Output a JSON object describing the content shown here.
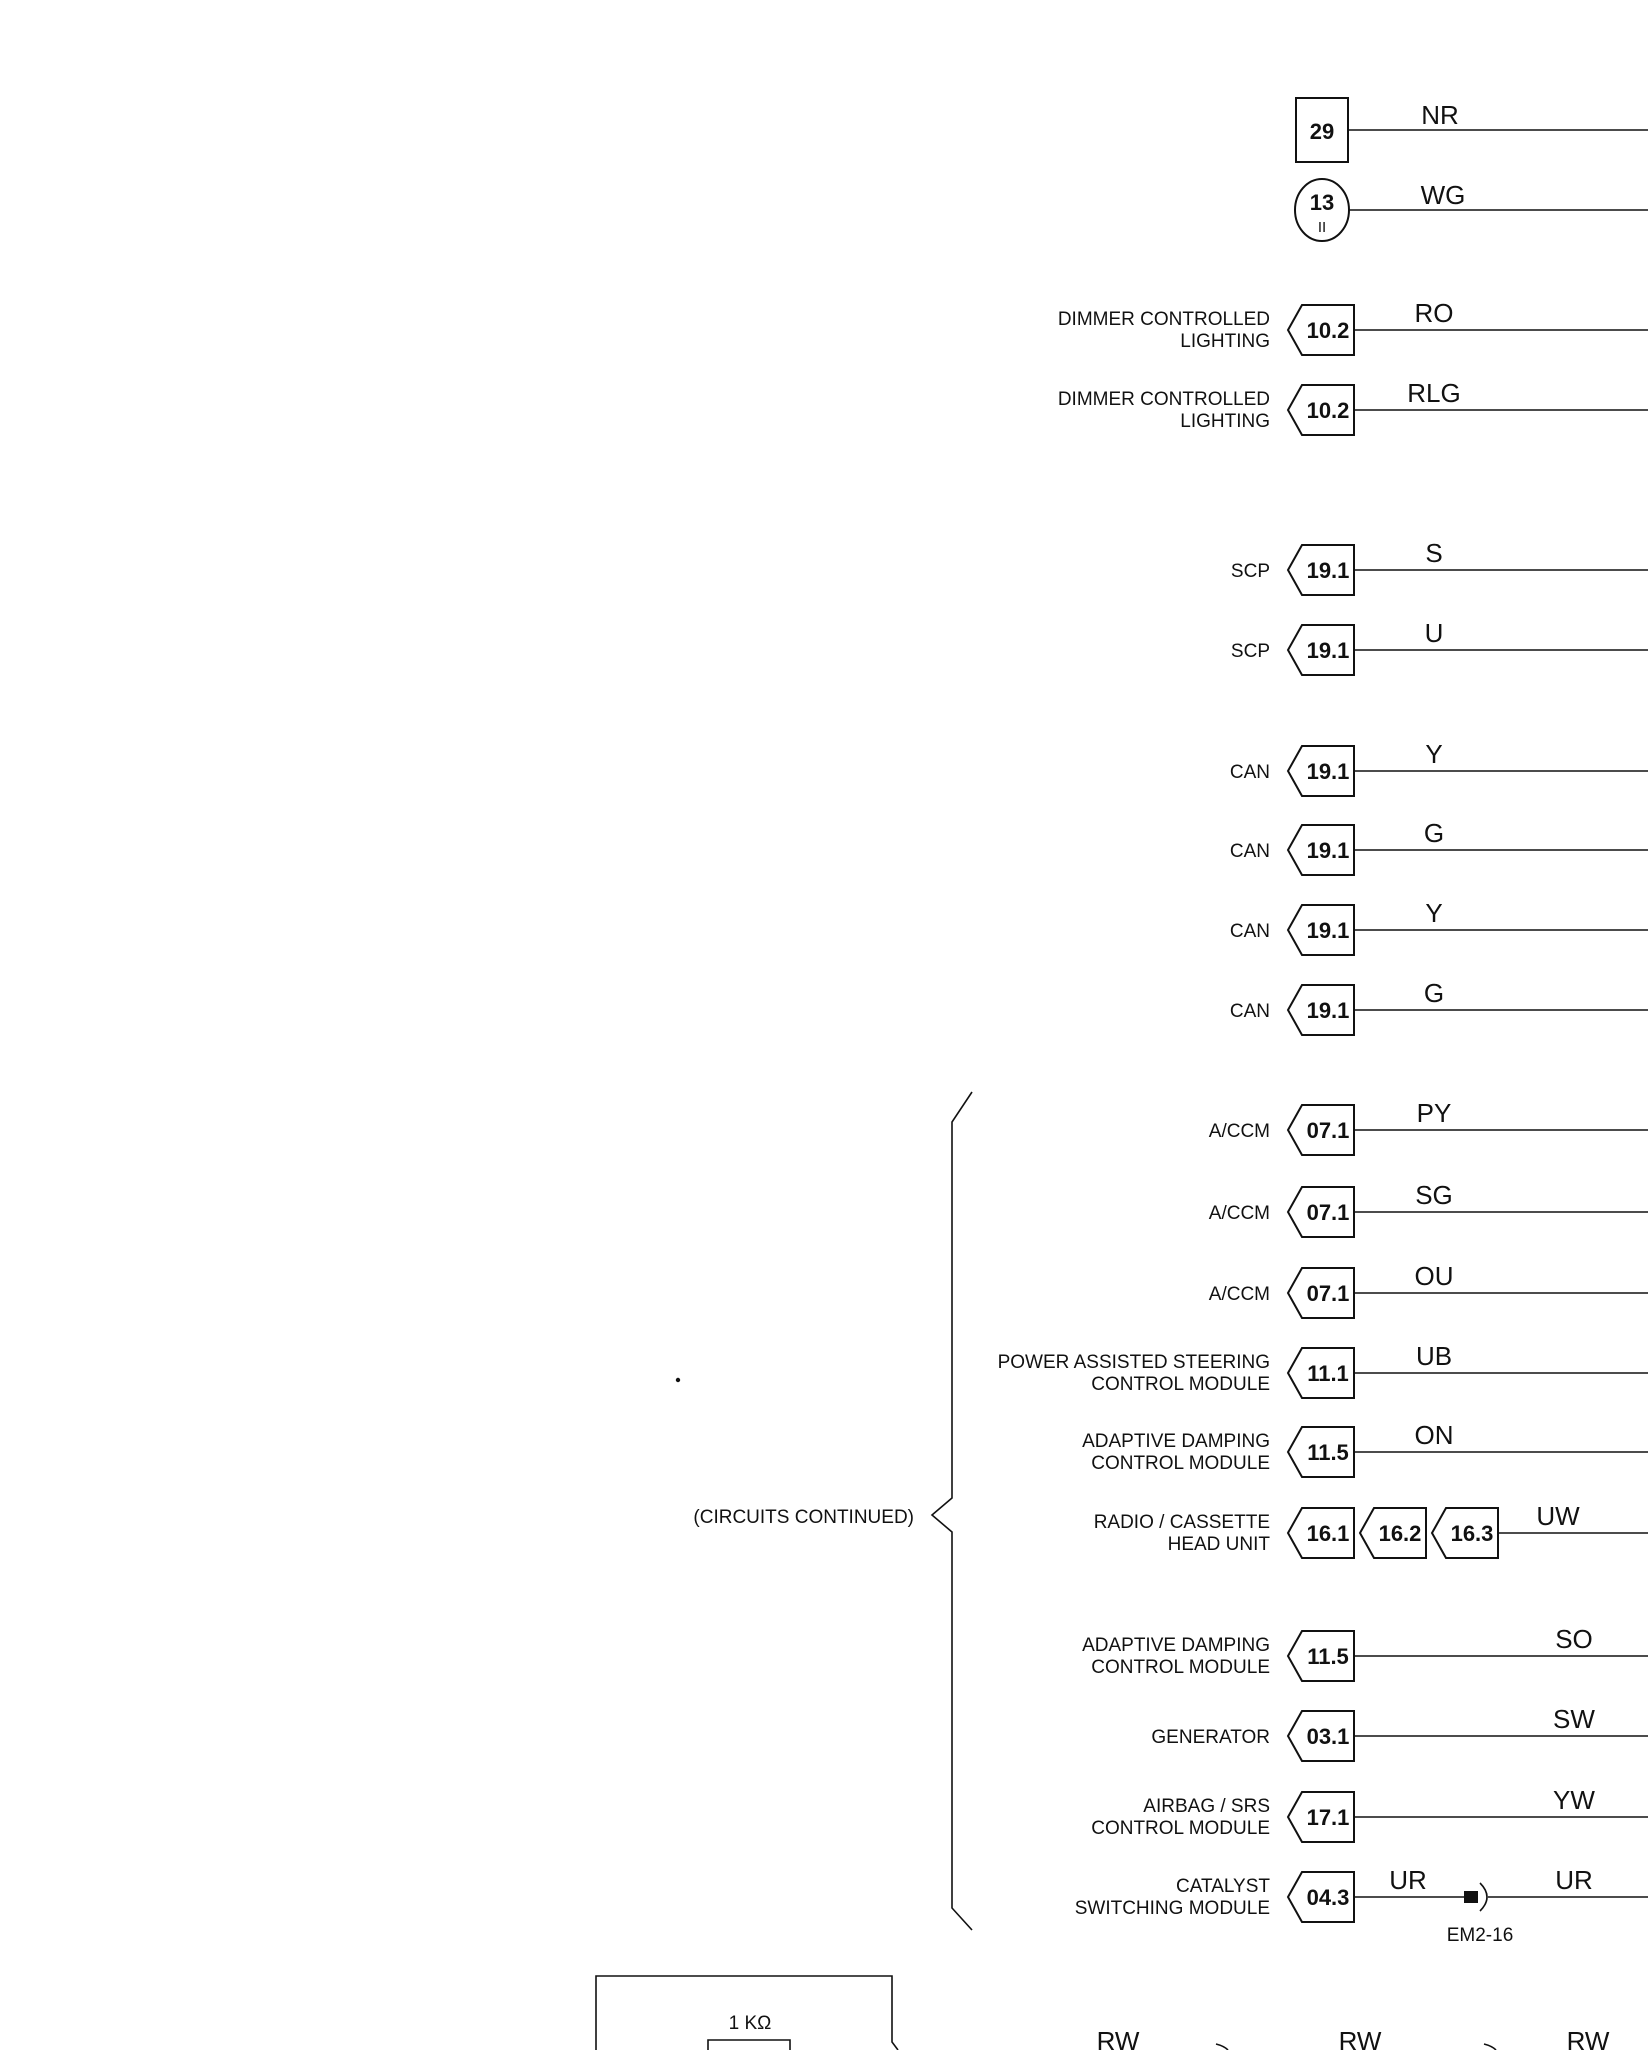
{
  "top_refs": [
    {
      "kind": "box",
      "ref": "29",
      "wire": "NR"
    },
    {
      "kind": "circle",
      "ref": "13",
      "sub": "II",
      "wire": "WG"
    }
  ],
  "connectors": [
    {
      "label": "DIMMER CONTROLLED\nLIGHTING",
      "refs": [
        "10.2"
      ],
      "wire": "RO",
      "wire_pos": "near"
    },
    {
      "label": "DIMMER CONTROLLED\nLIGHTING",
      "refs": [
        "10.2"
      ],
      "wire": "RLG",
      "wire_pos": "near"
    },
    {
      "label": "SCP",
      "refs": [
        "19.1"
      ],
      "wire": "S",
      "wire_pos": "near"
    },
    {
      "label": "SCP",
      "refs": [
        "19.1"
      ],
      "wire": "U",
      "wire_pos": "near"
    },
    {
      "label": "CAN",
      "refs": [
        "19.1"
      ],
      "wire": "Y",
      "wire_pos": "near"
    },
    {
      "label": "CAN",
      "refs": [
        "19.1"
      ],
      "wire": "G",
      "wire_pos": "near"
    },
    {
      "label": "CAN",
      "refs": [
        "19.1"
      ],
      "wire": "Y",
      "wire_pos": "near"
    },
    {
      "label": "CAN",
      "refs": [
        "19.1"
      ],
      "wire": "G",
      "wire_pos": "near"
    },
    {
      "label": "A/CCM",
      "refs": [
        "07.1"
      ],
      "wire": "PY",
      "wire_pos": "near"
    },
    {
      "label": "A/CCM",
      "refs": [
        "07.1"
      ],
      "wire": "SG",
      "wire_pos": "near"
    },
    {
      "label": "A/CCM",
      "refs": [
        "07.1"
      ],
      "wire": "OU",
      "wire_pos": "near"
    },
    {
      "label": "POWER ASSISTED STEERING\nCONTROL MODULE",
      "refs": [
        "11.1"
      ],
      "wire": "UB",
      "wire_pos": "near"
    },
    {
      "label": "ADAPTIVE DAMPING\nCONTROL MODULE",
      "refs": [
        "11.5"
      ],
      "wire": "ON",
      "wire_pos": "near"
    },
    {
      "label": "RADIO / CASSETTE\nHEAD UNIT",
      "refs": [
        "16.1",
        "16.2",
        "16.3"
      ],
      "wire": "UW",
      "wire_pos": "near"
    },
    {
      "label": "ADAPTIVE DAMPING\nCONTROL MODULE",
      "refs": [
        "11.5"
      ],
      "wire": "SO",
      "wire_pos": "far"
    },
    {
      "label": "GENERATOR",
      "refs": [
        "03.1"
      ],
      "wire": "SW",
      "wire_pos": "far"
    },
    {
      "label": "AIRBAG / SRS\nCONTROL MODULE",
      "refs": [
        "17.1"
      ],
      "wire": "YW",
      "wire_pos": "far"
    },
    {
      "label": "CATALYST\nSWITCHING MODULE",
      "refs": [
        "04.3"
      ],
      "wire": "UR",
      "wire_pos": "near",
      "wire2": "UR",
      "splice": "EM2-16"
    }
  ],
  "bracket_label": "(CIRCUITS CONTINUED)",
  "resistor_label": "1 KΩ",
  "bottom_wires": [
    "RW",
    "RW",
    "RW"
  ]
}
